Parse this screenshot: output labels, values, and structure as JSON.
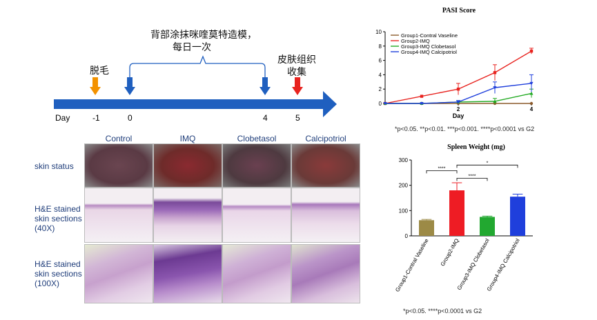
{
  "timeline": {
    "top_label": "背部涂抹咪喹莫特造模，",
    "top_label_2": "每日一次",
    "shave_label": "脱毛",
    "harvest_label": "皮肤组织",
    "harvest_label_2": "收集",
    "ticks": [
      "Day",
      "-1",
      "0",
      "4",
      "5"
    ],
    "arrow_color": "#1f5fbf"
  },
  "histology": {
    "columns": [
      "Control",
      "IMQ",
      "Clobetasol",
      "Calcipotriol"
    ],
    "rows": [
      {
        "label": [
          "skin status"
        ]
      },
      {
        "label": [
          "H&E stained",
          "skin sections",
          "(40X)"
        ]
      },
      {
        "label": [
          "H&E stained",
          "skin sections",
          "(100X)"
        ]
      }
    ]
  },
  "chart_data": [
    {
      "type": "line",
      "title": "PASI Score",
      "xlabel": "Day",
      "ylabel": "",
      "x": [
        0,
        1,
        2,
        3,
        4
      ],
      "x_ticks": [
        "2",
        "4"
      ],
      "xlim": [
        0,
        4
      ],
      "ylim": [
        0,
        10
      ],
      "y_ticks": [
        "0",
        "2",
        "4",
        "6",
        "8",
        "10"
      ],
      "legend_position": "top-left",
      "series": [
        {
          "name": "Group1-Contral Vaseline",
          "values": [
            0,
            0,
            0,
            0,
            0
          ],
          "color": "#8b5a2b"
        },
        {
          "name": "Group2-IMQ",
          "values": [
            0,
            1,
            2,
            4.3,
            7.3
          ],
          "errors": [
            0,
            0,
            0.8,
            1.1,
            0.4
          ],
          "color": "#e8231f"
        },
        {
          "name": "Group3-IMQ Clobetasol",
          "values": [
            0,
            0,
            0.2,
            0.3,
            1.4
          ],
          "errors": [
            0,
            0,
            0.2,
            0.4,
            0.6
          ],
          "color": "#22aa22"
        },
        {
          "name": "Group4-IMQ Calcipotriol",
          "values": [
            0,
            0,
            0.2,
            2.2,
            2.8
          ],
          "errors": [
            0,
            0,
            0.2,
            0.8,
            1.2
          ],
          "color": "#1f3fdc"
        }
      ],
      "footnote": "*p<0.05. **p<0.01. ***p<0.001. ****p<0.0001 vs G2"
    },
    {
      "type": "bar",
      "title": "Spleen Weight (mg)",
      "categories": [
        "Group1-Contral Vaseline",
        "Group2-IMQ",
        "Group3-IMQ Clobetasol",
        "Group4-IMQ Calcipotriol"
      ],
      "values": [
        62,
        180,
        75,
        155
      ],
      "errors": [
        3,
        30,
        3,
        10
      ],
      "colors": [
        "#9c8a46",
        "#ee1c24",
        "#22a830",
        "#1f3fdc"
      ],
      "ylim": [
        0,
        300
      ],
      "y_ticks": [
        "0",
        "100",
        "200",
        "300"
      ],
      "significance": [
        "****",
        "****",
        "*"
      ],
      "footnote": "*p<0.05. ****p<0.0001 vs G2"
    }
  ]
}
